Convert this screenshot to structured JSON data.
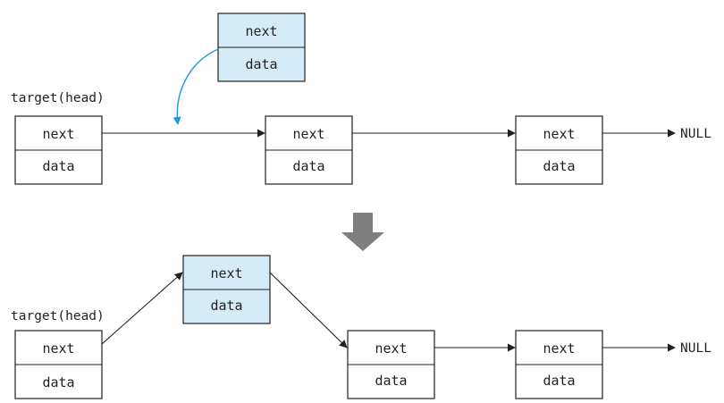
{
  "labels": {
    "head_top": "target(head)",
    "head_bottom": "target(head)",
    "null_top": "NULL",
    "null_bottom": "NULL"
  },
  "fields": {
    "next": "next",
    "data": "data"
  },
  "colors": {
    "new_node_fill": "#d4ebf8",
    "insert_curve": "#1e9ad6",
    "transition_arrow": "#7f7f7f"
  }
}
